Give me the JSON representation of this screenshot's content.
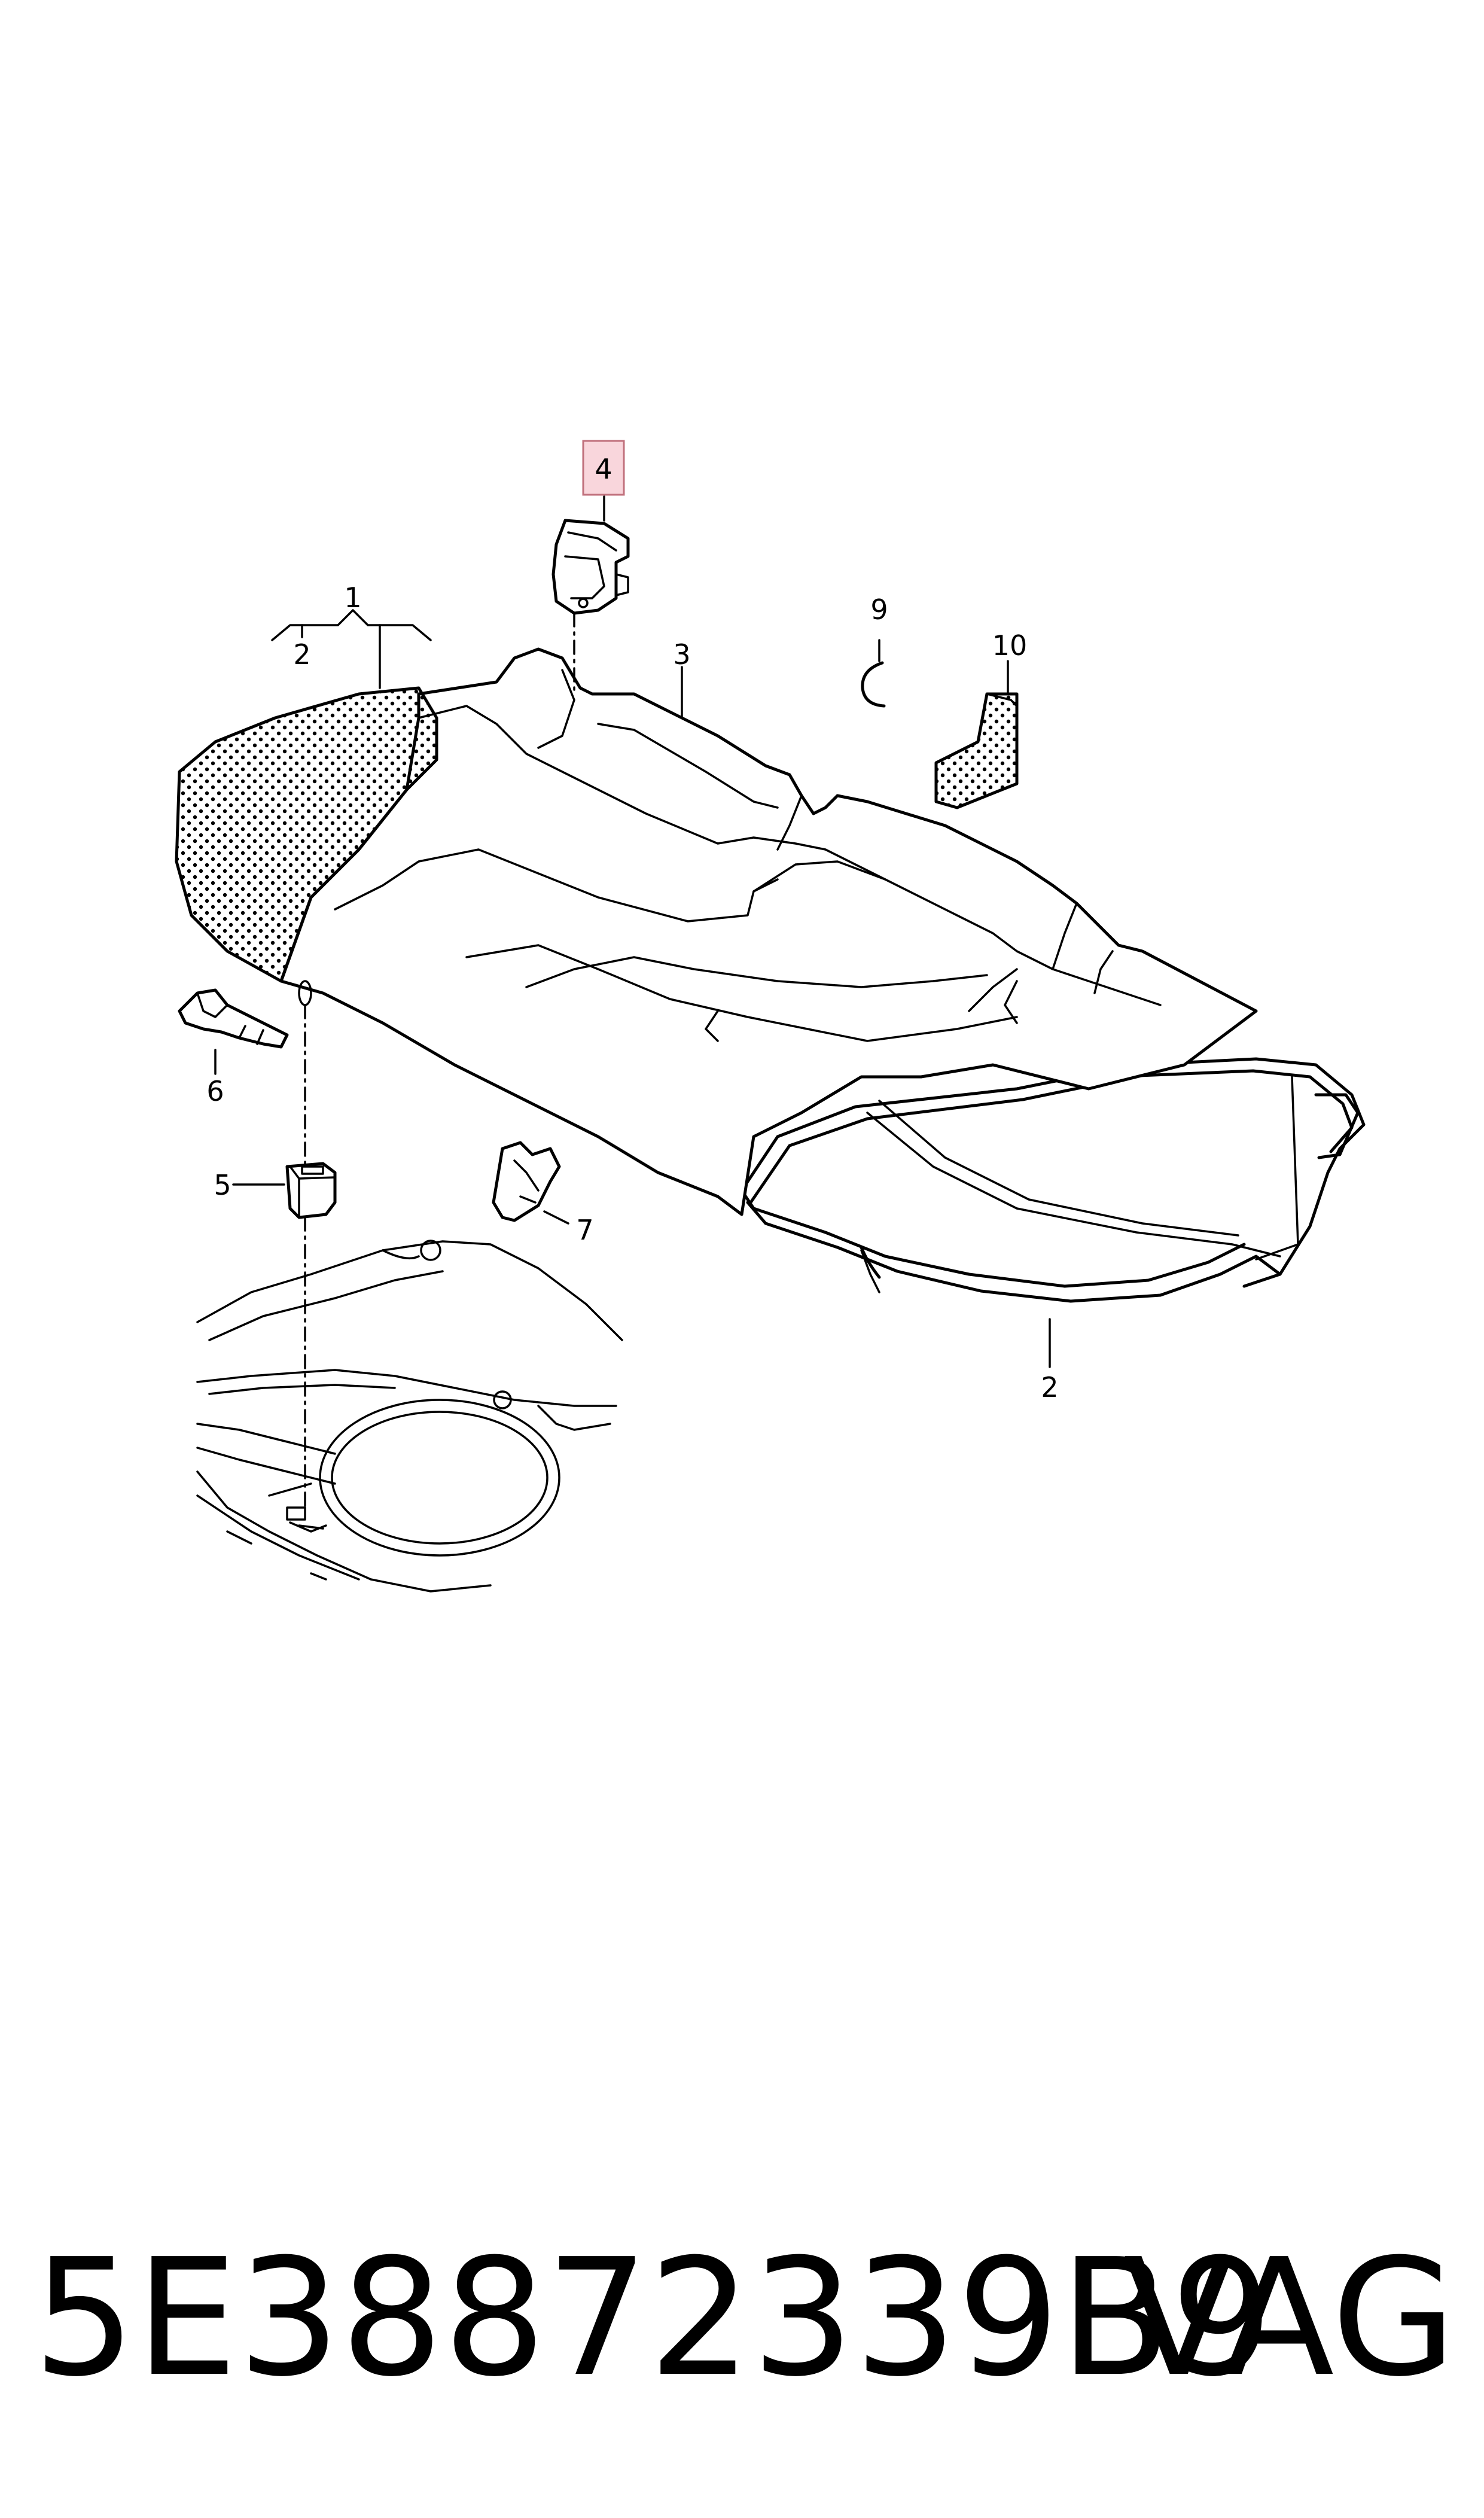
{
  "callouts": {
    "c1": "1",
    "c2_top": "2",
    "c2_bottom": "2",
    "c3": "3",
    "c4": "4",
    "c5": "5",
    "c6": "6",
    "c7": "7",
    "c9": "9",
    "c10": "10"
  },
  "highlight_color": "#f9d6dc",
  "footer": {
    "part_number": "5E38872339B9",
    "brand": "VAG"
  }
}
